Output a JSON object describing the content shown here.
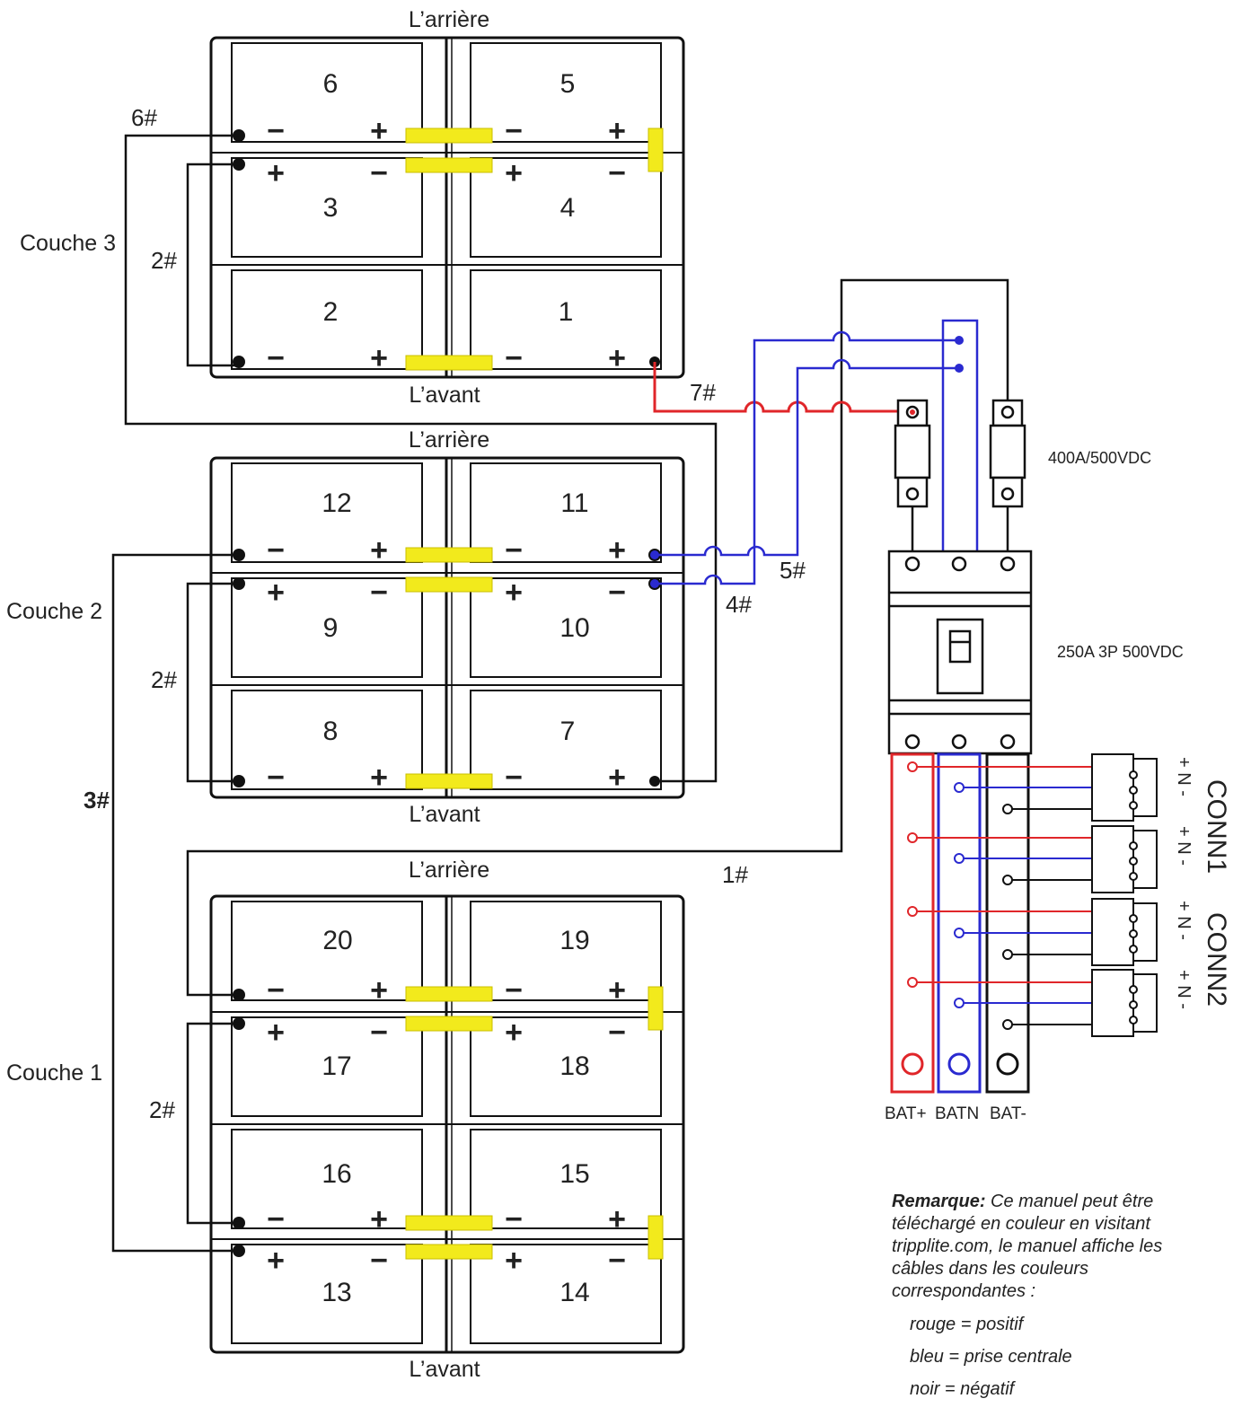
{
  "labels": {
    "rear": "L’arrière",
    "front": "L’avant",
    "layer3": "Couche 3",
    "layer2": "Couche 2",
    "layer1": "Couche 1",
    "fuse_spec": "400A/500VDC",
    "breaker_spec": "250A 3P 500VDC",
    "bat_plus": "BAT+",
    "bat_n": "BATN",
    "bat_minus": "BAT-",
    "conn1": "CONN1",
    "conn2": "CONN2",
    "pins": "+ N - ",
    "minus_sign": "−",
    "plus_sign": "+"
  },
  "cables": {
    "c1": "1#",
    "c2": "2#",
    "c3": "3#",
    "c4": "4#",
    "c5": "5#",
    "c6": "6#",
    "c7": "7#"
  },
  "batteries": {
    "layer3": [
      "6",
      "5",
      "3",
      "4",
      "2",
      "1"
    ],
    "layer2": [
      "12",
      "11",
      "9",
      "10",
      "8",
      "7"
    ],
    "layer1": [
      "20",
      "19",
      "17",
      "18",
      "16",
      "15",
      "13",
      "14"
    ]
  },
  "note": {
    "heading": "Remarque:",
    "text": "Ce manuel peut être téléchargé en couleur en visitant tripplite.com, le manuel affiche les câbles dans les couleurs correspondantes :",
    "legend": [
      "rouge = positif",
      "bleu = prise centrale",
      "noir = négatif"
    ]
  },
  "colors": {
    "positive": "#e0262a",
    "center_tap": "#2a2ad0",
    "negative": "#111111",
    "link": "#f2ea1c"
  }
}
